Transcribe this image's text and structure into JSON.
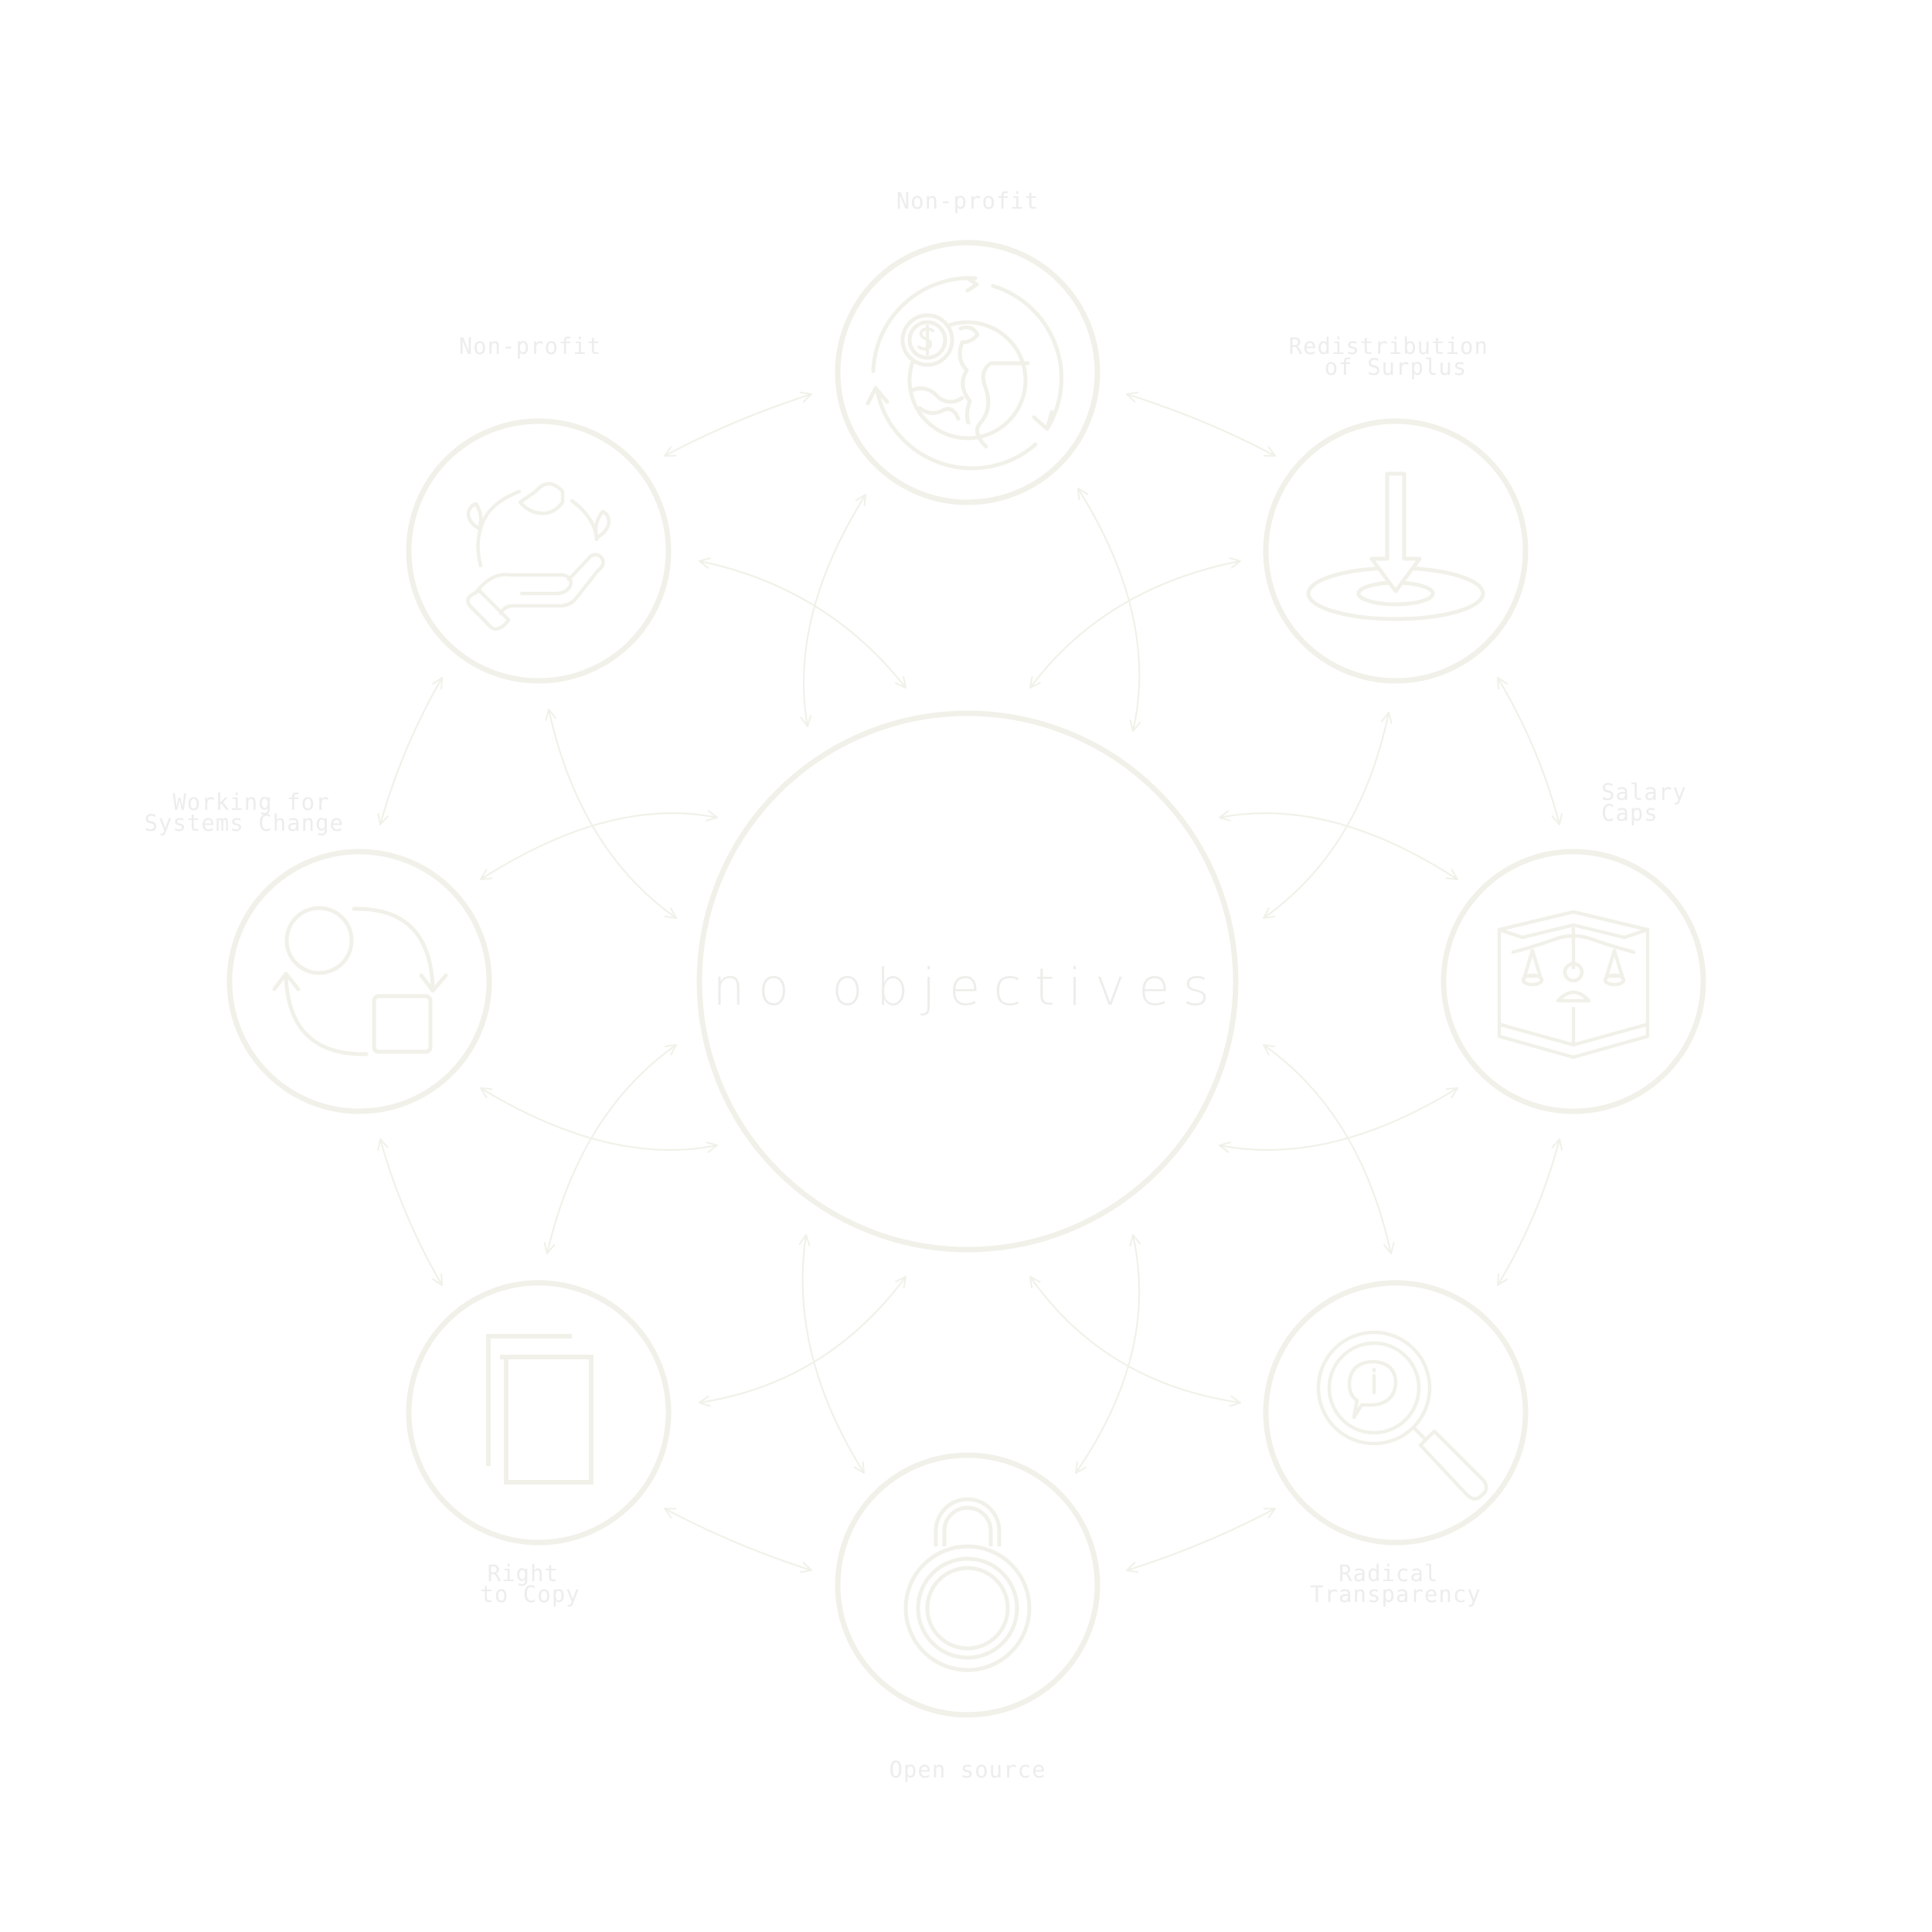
{
  "theme": {
    "stroke": "#f1f1ea",
    "label": "#ededed",
    "background": "#ffffff"
  },
  "center": {
    "title": "no objectives"
  },
  "nodes": [
    {
      "id": "top",
      "lines": [
        "Non-profit"
      ],
      "icon": "globe-money-cycle-icon"
    },
    {
      "id": "top-right",
      "lines": [
        "Redistribution",
        "of Surplus"
      ],
      "icon": "ripple-down-arrow-icon"
    },
    {
      "id": "right",
      "lines": [
        "Salary",
        "Caps"
      ],
      "icon": "justice-scale-book-icon"
    },
    {
      "id": "bottom-right",
      "lines": [
        "Radical",
        "Transparency"
      ],
      "icon": "magnifier-info-icon"
    },
    {
      "id": "bottom",
      "lines": [
        "Open source"
      ],
      "icon": "padlock-icon"
    },
    {
      "id": "bottom-left",
      "lines": [
        "Right",
        "to Copy"
      ],
      "icon": "copy-documents-icon"
    },
    {
      "id": "left",
      "lines": [
        "Working for",
        "Systems Change"
      ],
      "icon": "circle-square-cycle-icon"
    },
    {
      "id": "top-left",
      "lines": [
        "Non-profit"
      ],
      "icon": "hand-plant-icon"
    }
  ]
}
